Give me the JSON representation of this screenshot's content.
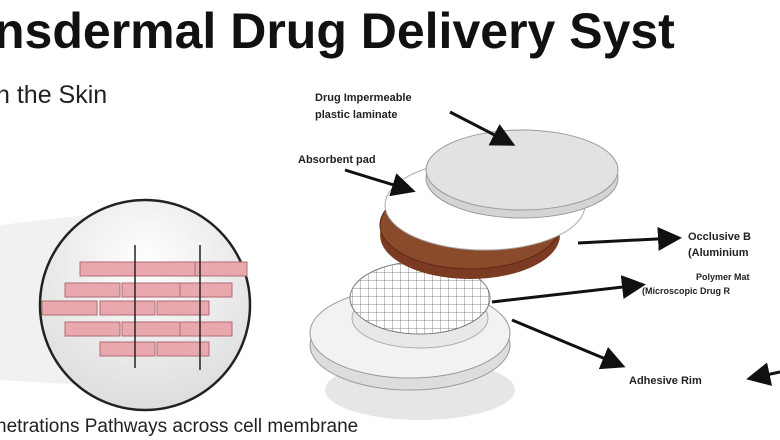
{
  "title": "nsdermal Drug Delivery Syst",
  "subtitle": "n the Skin",
  "caption": "netrations Pathways across cell membrane",
  "labels": {
    "laminate_1": "Drug Impermeable",
    "laminate_2": "plastic laminate",
    "absorbent": "Absorbent pad",
    "occlusive_1": "Occlusive B",
    "occlusive_2": "(Aluminium",
    "polymer_1": "Polymer Mat",
    "polymer_2": "(Microscopic Drug R",
    "adhesive": "Adhesive Rim"
  },
  "colors": {
    "brown": "#7a3b22",
    "cell": "#e8a8ae",
    "disc": "#dcdcdc"
  }
}
